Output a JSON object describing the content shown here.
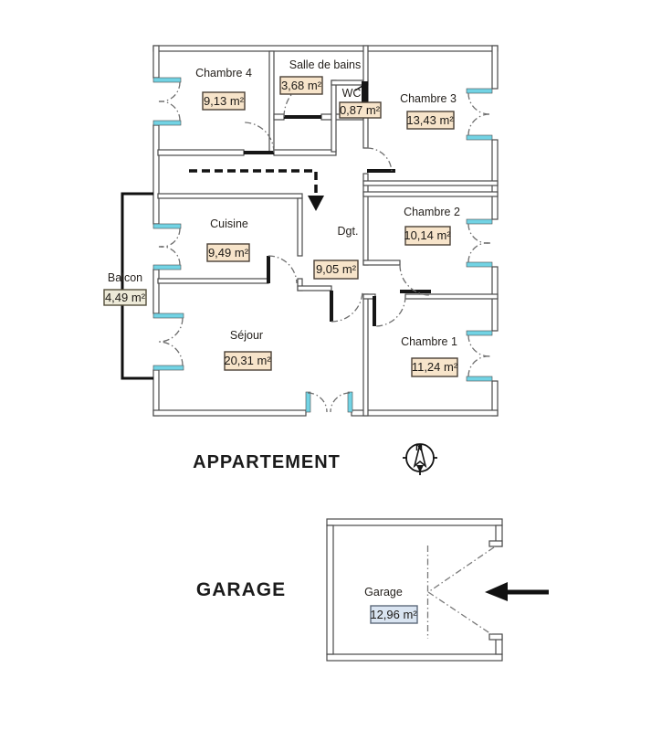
{
  "apartment": {
    "title": "APPARTEMENT",
    "compass": "N",
    "rooms": [
      {
        "name": "Chambre 4",
        "area": "9,13 m²"
      },
      {
        "name": "Salle de bains",
        "area": "3,68 m²"
      },
      {
        "name": "WC",
        "area": "0,87 m²"
      },
      {
        "name": "Chambre 3",
        "area": "13,43 m²"
      },
      {
        "name": "Cuisine",
        "area": "9,49 m²"
      },
      {
        "name": "Dgt.",
        "area": "9,05 m²"
      },
      {
        "name": "Chambre 2",
        "area": "10,14 m²"
      },
      {
        "name": "Balcon",
        "area": "4,49 m²"
      },
      {
        "name": "Séjour",
        "area": "20,31 m²"
      },
      {
        "name": "Chambre 1",
        "area": "11,24 m²"
      }
    ]
  },
  "garage": {
    "title": "GARAGE",
    "room": {
      "name": "Garage",
      "area": "12,96 m²"
    }
  },
  "colors": {
    "wall_line": "#4a4a4a",
    "window": "#72d3e4",
    "area_box_fill": "#f7e4ca",
    "area_box_border": "#4a4036",
    "balcony_box_fill": "#edead8",
    "balcony_box_border": "#55503d",
    "garage_box_fill": "#d9e4f1",
    "garage_box_border": "#5d6a7a"
  }
}
